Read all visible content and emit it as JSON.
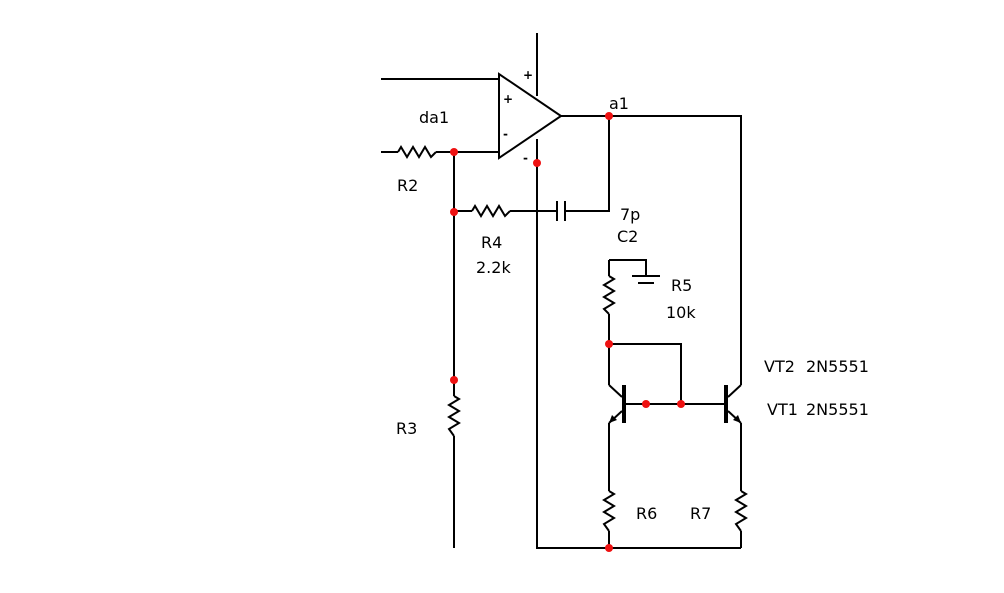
{
  "colors": {
    "wire": "#000000",
    "node": "#ee1111",
    "background": "#ffffff"
  },
  "opamp": {
    "name": "da1",
    "output_net": "a1",
    "plus_pin": "+",
    "minus_pin": "-",
    "supply_plus": "+",
    "supply_minus": "-"
  },
  "resistors": {
    "r2": {
      "name": "R2"
    },
    "r3": {
      "name": "R3"
    },
    "r4": {
      "name": "R4",
      "value": "2.2k"
    },
    "r5": {
      "name": "R5",
      "value": "10k"
    },
    "r6": {
      "name": "R6"
    },
    "r7": {
      "name": "R7"
    }
  },
  "capacitor": {
    "name": "C2",
    "value": "7p"
  },
  "transistors": {
    "vt1": {
      "name": "VT1",
      "part": "2N5551"
    },
    "vt2": {
      "name": "VT2",
      "part": "2N5551"
    }
  }
}
